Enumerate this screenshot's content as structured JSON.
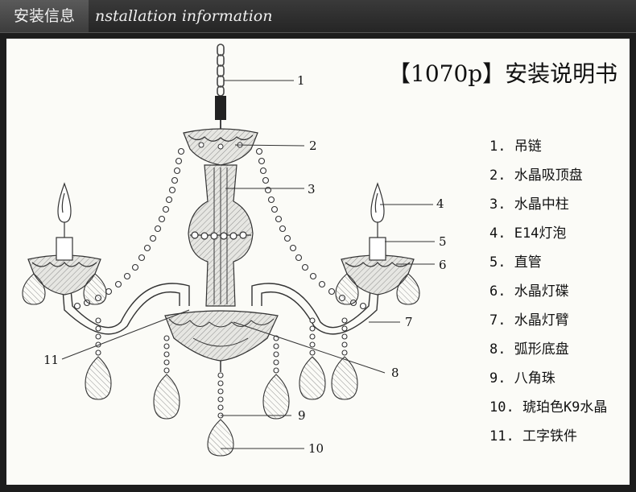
{
  "header": {
    "title_zh": "安装信息",
    "title_en": "nstallation information"
  },
  "diagram": {
    "title": "【1070p】安装说明书",
    "parts": [
      "1. 吊链",
      "2. 水晶吸顶盘",
      "3. 水晶中柱",
      "4. E14灯泡",
      "5. 直管",
      "6. 水晶灯碟",
      "7. 水晶灯臂",
      "8. 弧形底盘",
      "9. 八角珠",
      "10. 琥珀色K9水晶",
      "11. 工字铁件"
    ],
    "callouts": [
      "1",
      "2",
      "3",
      "4",
      "5",
      "6",
      "7",
      "8",
      "9",
      "10",
      "11"
    ]
  }
}
